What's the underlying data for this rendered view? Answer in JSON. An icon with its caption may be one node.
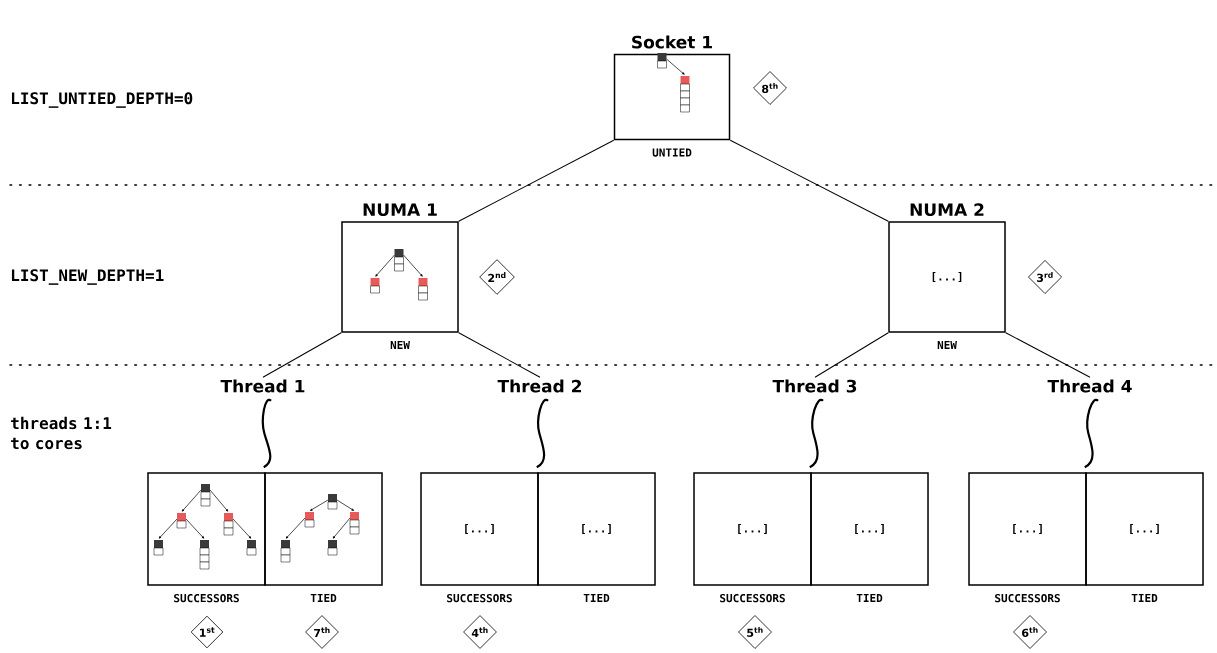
{
  "diagram": {
    "nodes": [
      {
        "text": [
          "Socket 1"
        ],
        "beside": [
          "UNTIED"
        ]
      },
      {
        "text": [
          "8$^{th}$"
        ]
      },
      {
        "text": [
          "NUMA 1"
        ],
        "beside": [
          "NEW"
        ]
      },
      {
        "text": [
          "2$^{nd}$"
        ]
      },
      {
        "text": [
          "NUMA 2",
          "[...]"
        ],
        "beside": [
          "NEW"
        ]
      },
      {
        "text": [
          "3$^{rd}$"
        ]
      },
      {
        "text": [
          "Thread 1"
        ]
      },
      {
        "text": [
          "Thread 2"
        ]
      },
      {
        "text": [
          "Thread 3"
        ]
      },
      {
        "text": [
          "Thread 4"
        ]
      },
      {
        "text": [],
        "shape": "box",
        "beside": [
          "SUCCESSORS"
        ]
      },
      {
        "text": [],
        "shape": "box",
        "beside": [
          "TIED"
        ]
      },
      {
        "text": [
          "[...]"
        ],
        "beside": [
          "SUCCESSORS"
        ]
      },
      {
        "text": [
          "[...]"
        ],
        "beside": [
          "TIED"
        ]
      },
      {
        "text": [
          "[...]"
        ],
        "beside": [
          "SUCCESSORS"
        ]
      },
      {
        "text": [
          "[...]"
        ],
        "beside": [
          "TIED"
        ]
      },
      {
        "text": [
          "[...]"
        ],
        "beside": [
          "SUCCESSORS"
        ]
      },
      {
        "text": [
          "[...]"
        ],
        "beside": [
          "TIED"
        ]
      },
      {
        "text": [
          "1$^{st}$"
        ]
      },
      {
        "text": [
          "7$^{th}$"
        ]
      },
      {
        "text": [
          "4$^{th}$"
        ]
      },
      {
        "text": [
          "5$^{th}$"
        ]
      },
      {
        "text": [
          "6$^{th}$"
        ]
      }
    ],
    "edges": [
      {
        "from": 0,
        "to": 2,
        "arrow": "none"
      },
      {
        "from": 0,
        "to": 4,
        "arrow": "none"
      },
      {
        "from": 2,
        "to": 6,
        "arrow": "none"
      },
      {
        "from": 2,
        "to": 7,
        "arrow": "none"
      },
      {
        "from": 4,
        "to": 8,
        "arrow": "none"
      },
      {
        "from": 4,
        "to": 9,
        "arrow": "none"
      },
      {
        "from": 6,
        "to": 10,
        "arrow": "none"
      },
      {
        "from": 7,
        "to": 12,
        "arrow": "none"
      },
      {
        "from": 8,
        "to": 14,
        "arrow": "none"
      },
      {
        "from": 9,
        "to": 16,
        "arrow": "none"
      }
    ],
    "labels": [
      "LIST_UNTIED_DEPTH=0",
      "LIST_NEW_DEPTH=1",
      "threads 1:1 to cores"
    ]
  }
}
